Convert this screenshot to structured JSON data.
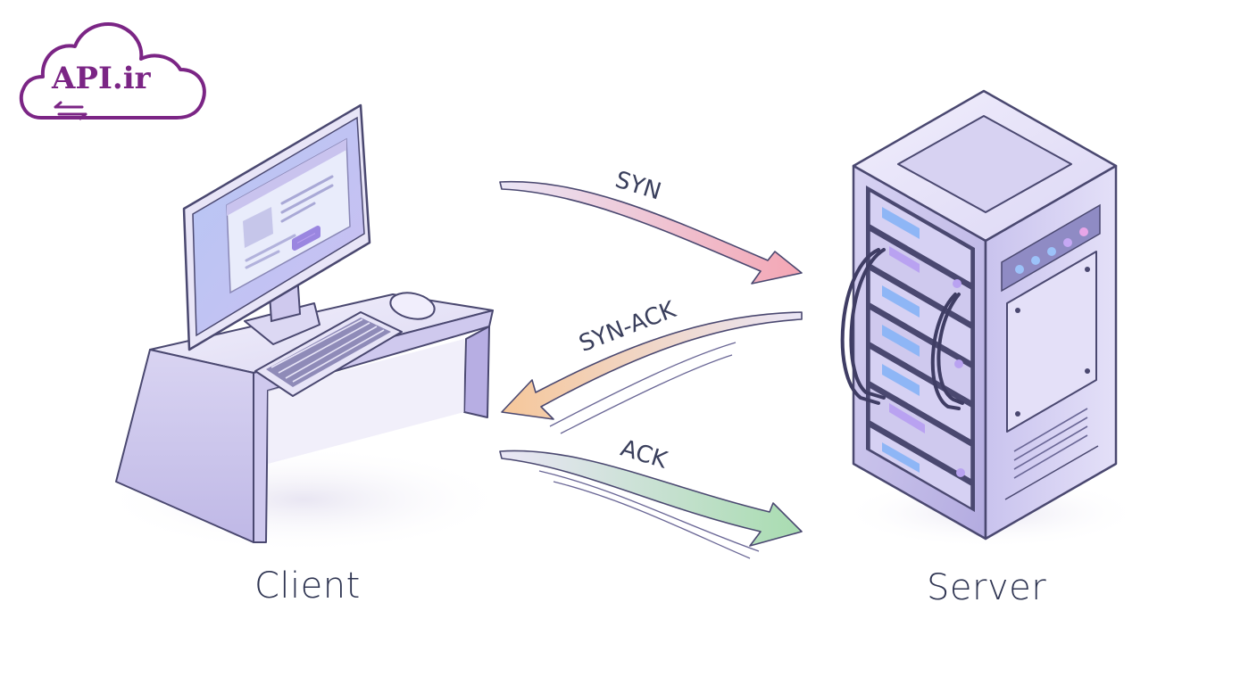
{
  "logo": {
    "text": "API.ir",
    "icon": "cloud-icon",
    "color": "#7b2585"
  },
  "nodes": {
    "client": {
      "label": "Client",
      "icon": "desktop-computer-icon"
    },
    "server": {
      "label": "Server",
      "icon": "server-rack-icon"
    }
  },
  "messages": [
    {
      "label": "SYN",
      "direction": "client-to-server",
      "color": "#f4a6b4"
    },
    {
      "label": "SYN-ACK",
      "direction": "server-to-client",
      "color": "#f6c79a"
    },
    {
      "label": "ACK",
      "direction": "client-to-server",
      "color": "#a8dcb0"
    }
  ]
}
